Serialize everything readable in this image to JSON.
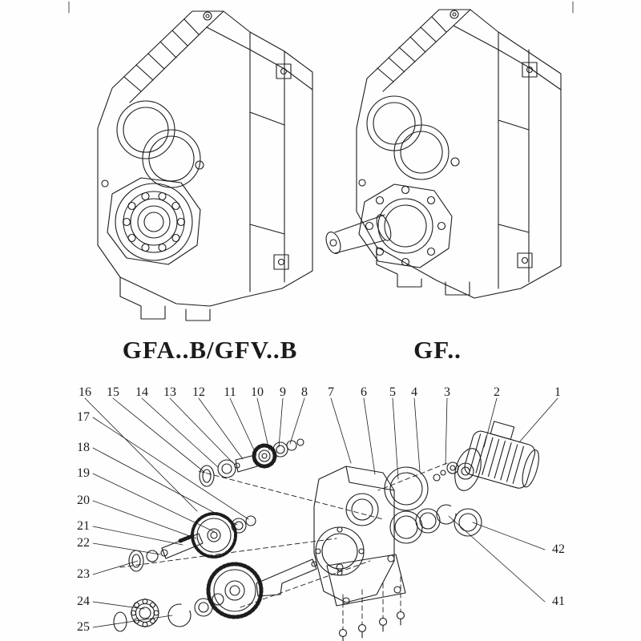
{
  "page": {
    "background": "#fefefe",
    "line_color": "#1d1d1d"
  },
  "models": {
    "left": {
      "label": "GFA..B/GFV..B"
    },
    "right": {
      "label": "GF.."
    }
  },
  "exploded_view": {
    "top_numbers": [
      "16",
      "15",
      "14",
      "13",
      "12",
      "11",
      "10",
      "9",
      "8",
      "7",
      "6",
      "5",
      "4",
      "3",
      "2",
      "1"
    ],
    "left_numbers": [
      "17",
      "18",
      "19",
      "20",
      "21",
      "22",
      "23",
      "24",
      "25"
    ],
    "right_numbers": [
      "42",
      "41"
    ]
  }
}
